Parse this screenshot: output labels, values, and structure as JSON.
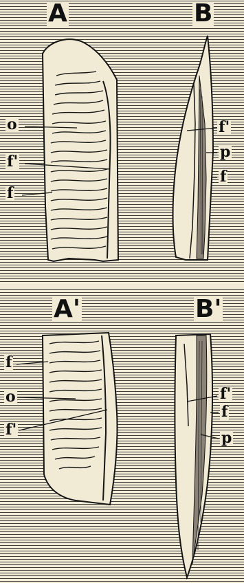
{
  "panels": {
    "A": {
      "title": "A",
      "labels": {
        "o": "o",
        "f1": "f'",
        "f": "f"
      }
    },
    "B": {
      "title": "B",
      "labels": {
        "f1": "f'",
        "p": "p",
        "f": "f"
      }
    },
    "A1": {
      "title": "A'",
      "labels": {
        "f": "f",
        "o": "o",
        "f1": "f'"
      }
    },
    "B1": {
      "title": "B'",
      "labels": {
        "f1": "f'",
        "f": "f",
        "p": "p"
      }
    }
  }
}
